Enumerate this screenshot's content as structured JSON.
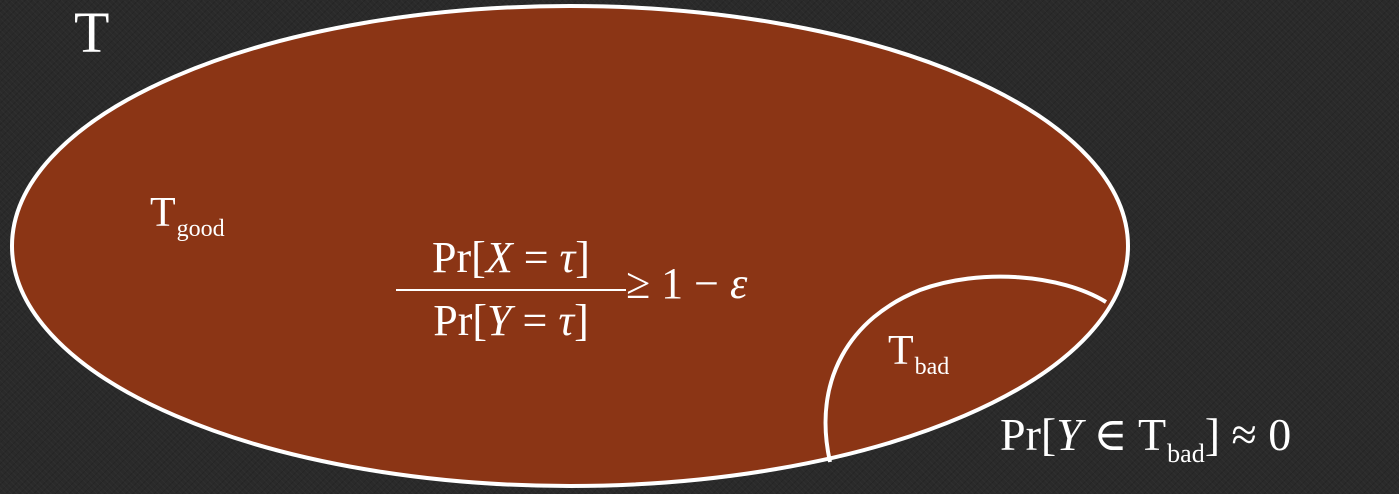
{
  "diagram": {
    "outer_set": {
      "label": "T"
    },
    "good_subset": {
      "label_base": "T",
      "label_sub": "good"
    },
    "bad_subset": {
      "label_base": "T",
      "label_sub": "bad"
    },
    "ratio_condition": {
      "numerator": {
        "prefix": "Pr[",
        "var": "X",
        "mid": " = ",
        "tau": "τ",
        "suffix": "]"
      },
      "denominator": {
        "prefix": "Pr[",
        "var": "Y",
        "mid": " = ",
        "tau": "τ",
        "suffix": "]"
      },
      "rhs": {
        "prefix": "≥ 1 − ",
        "epsilon": "ε"
      }
    },
    "bad_probability": {
      "prefix": "Pr[",
      "var": "Y",
      "op": " ∈ T",
      "sub": "bad",
      "suffix": "] ≈ 0"
    }
  },
  "colors": {
    "background": "#2a2a2a",
    "region_fill": "#8b3515",
    "outline": "#ffffff",
    "text": "#ffffff"
  }
}
